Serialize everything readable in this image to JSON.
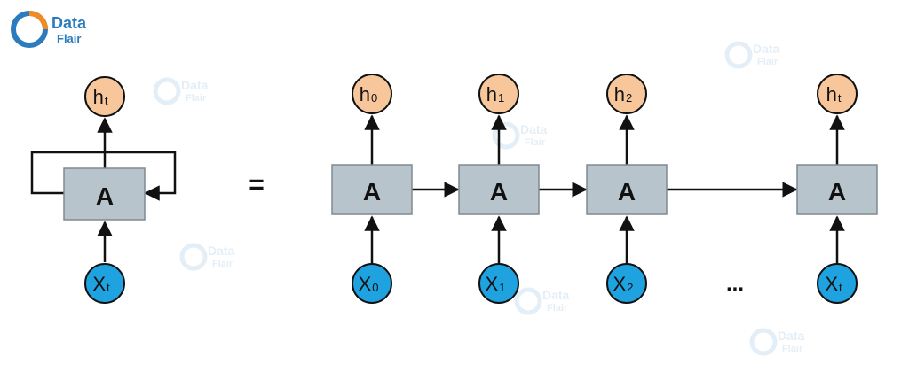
{
  "brand": {
    "name_line1": "Data",
    "name_line2": "Flair",
    "color_primary": "#2b7bbf",
    "color_accent": "#f08a24"
  },
  "equals_sign": "=",
  "ellipsis": "...",
  "colors": {
    "cell_fill": "#b8c4cc",
    "cell_stroke": "#7f8a91",
    "hidden_fill": "#f7c79b",
    "input_fill": "#1ea3e0",
    "line": "#111111"
  },
  "folded": {
    "cell_label": "A",
    "output": {
      "base": "h",
      "sub": "t"
    },
    "input": {
      "base": "X",
      "sub": "t"
    }
  },
  "unrolled": [
    {
      "cell_label": "A",
      "output": {
        "base": "h",
        "sub": "0"
      },
      "input": {
        "base": "X",
        "sub": "0"
      }
    },
    {
      "cell_label": "A",
      "output": {
        "base": "h",
        "sub": "1"
      },
      "input": {
        "base": "X",
        "sub": "1"
      }
    },
    {
      "cell_label": "A",
      "output": {
        "base": "h",
        "sub": "2"
      },
      "input": {
        "base": "X",
        "sub": "2"
      }
    },
    {
      "cell_label": "A",
      "output": {
        "base": "h",
        "sub": "t"
      },
      "input": {
        "base": "X",
        "sub": "t"
      }
    }
  ]
}
